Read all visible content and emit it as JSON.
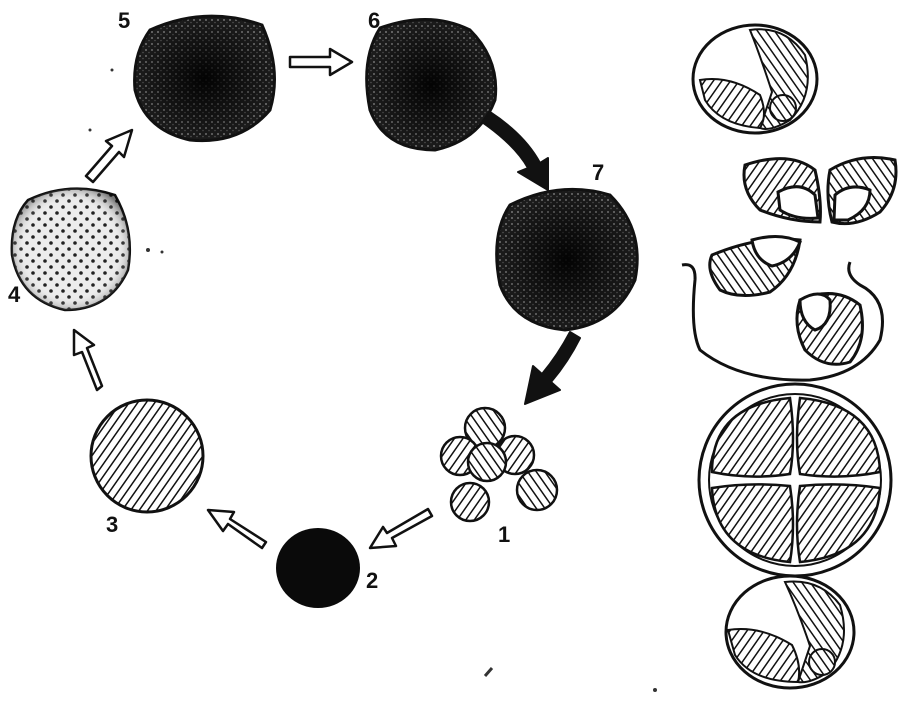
{
  "stage_labels": {
    "s1": "1",
    "s2": "2",
    "s3": "3",
    "s4": "4",
    "s5": "5",
    "s6": "6",
    "s7": "7"
  },
  "colors": {
    "ink": "#111111",
    "paper": "#ffffff",
    "stipple_light": "#e9e9e9",
    "dark_fill": "#2a2a2a"
  }
}
